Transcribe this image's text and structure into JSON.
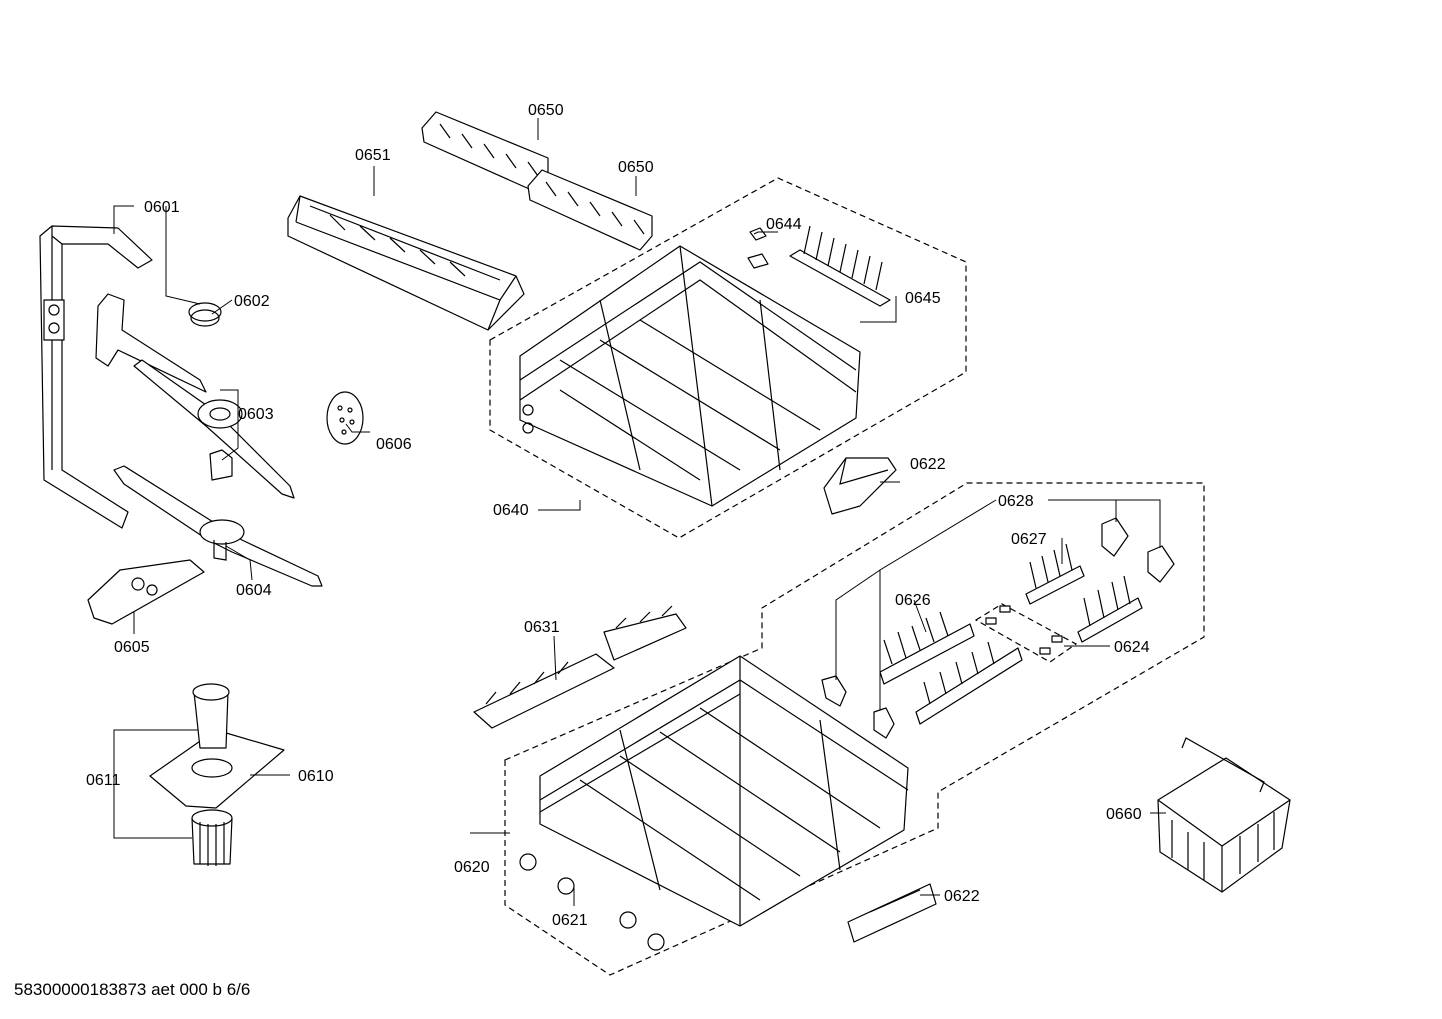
{
  "diagram_id": "58300000183873 aet 000 b 6/6",
  "parts": [
    {
      "key": "0601",
      "label": "0601"
    },
    {
      "key": "0602",
      "label": "0602"
    },
    {
      "key": "0603",
      "label": "0603"
    },
    {
      "key": "0604",
      "label": "0604"
    },
    {
      "key": "0605",
      "label": "0605"
    },
    {
      "key": "0606",
      "label": "0606"
    },
    {
      "key": "0610",
      "label": "0610"
    },
    {
      "key": "0611",
      "label": "0611"
    },
    {
      "key": "0620",
      "label": "0620"
    },
    {
      "key": "0621",
      "label": "0621"
    },
    {
      "key": "0622a",
      "label": "0622"
    },
    {
      "key": "0622b",
      "label": "0622"
    },
    {
      "key": "0624",
      "label": "0624"
    },
    {
      "key": "0626",
      "label": "0626"
    },
    {
      "key": "0627",
      "label": "0627"
    },
    {
      "key": "0628",
      "label": "0628"
    },
    {
      "key": "0631",
      "label": "0631"
    },
    {
      "key": "0640",
      "label": "0640"
    },
    {
      "key": "0644",
      "label": "0644"
    },
    {
      "key": "0645",
      "label": "0645"
    },
    {
      "key": "0650a",
      "label": "0650"
    },
    {
      "key": "0650b",
      "label": "0650"
    },
    {
      "key": "0651",
      "label": "0651"
    },
    {
      "key": "0660",
      "label": "0660"
    }
  ]
}
